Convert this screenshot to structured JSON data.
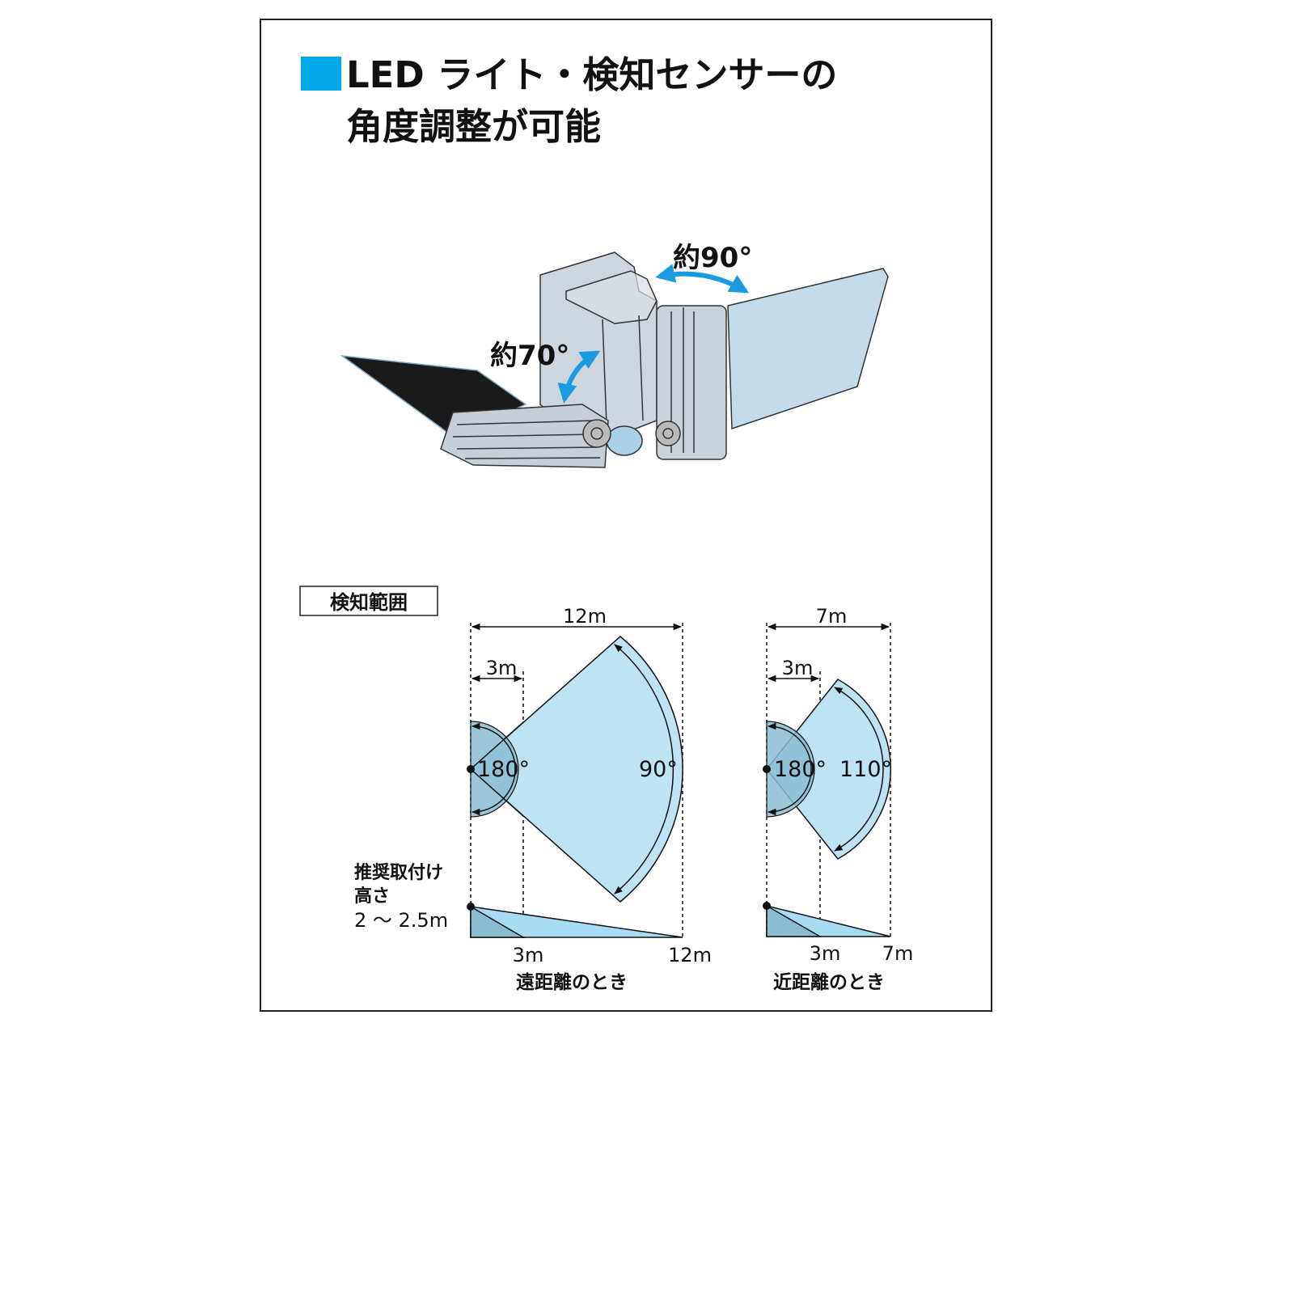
{
  "title": {
    "line1": "LED ライト・検知センサーの",
    "line2": "角度調整が可能",
    "accent_color": "#00a8e8"
  },
  "device": {
    "sensor_angle_label": "約90°",
    "light_angle_label": "約70°",
    "arrow_color": "#1a9be0"
  },
  "detection": {
    "section_label": "検知範囲",
    "far": {
      "total_distance": "12m",
      "near_distance": "3m",
      "wide_angle": "180°",
      "narrow_angle": "90°",
      "bottom_near": "3m",
      "bottom_far": "12m",
      "caption": "遠距離のとき"
    },
    "near": {
      "total_distance": "7m",
      "near_distance": "3m",
      "wide_angle": "180°",
      "narrow_angle": "110°",
      "bottom_near": "3m",
      "bottom_far": "7m",
      "caption": "近距離のとき"
    },
    "mount_height_line1": "推奨取付け",
    "mount_height_line2": "高さ",
    "mount_height_line3": "2 ～ 2.5m",
    "light_fill": "#bde3f5",
    "dark_fill": "#8bbcd3"
  }
}
